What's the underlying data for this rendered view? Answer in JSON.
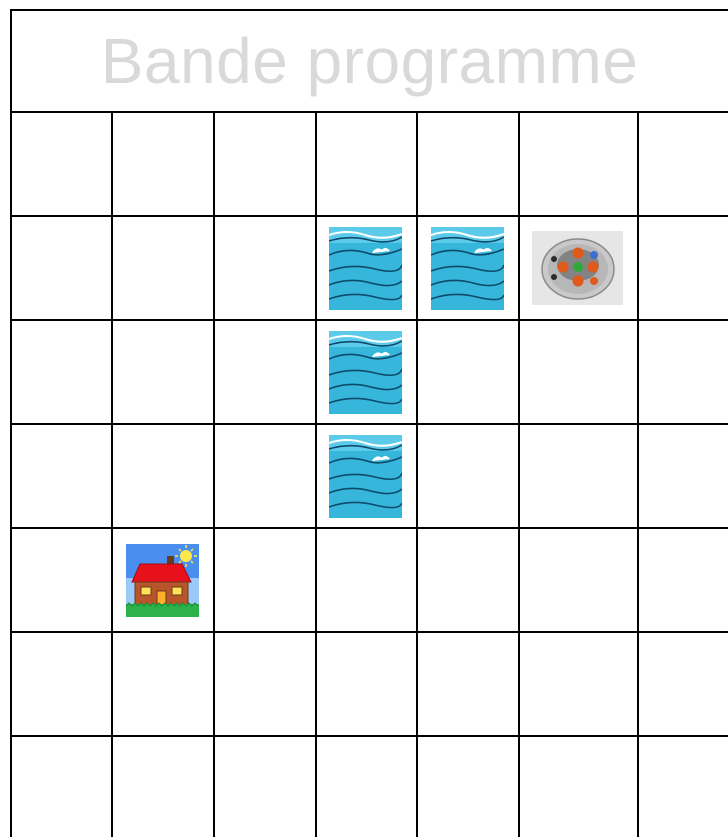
{
  "title": "Bande programme",
  "board": {
    "rows": 7,
    "cols": 7,
    "tiles": [
      {
        "type": "water",
        "row": 2,
        "col": 4
      },
      {
        "type": "water",
        "row": 2,
        "col": 5
      },
      {
        "type": "robot",
        "row": 2,
        "col": 6
      },
      {
        "type": "water",
        "row": 3,
        "col": 4
      },
      {
        "type": "water",
        "row": 4,
        "col": 4
      },
      {
        "type": "house",
        "row": 5,
        "col": 2
      }
    ]
  },
  "colors": {
    "grid_line": "#000000",
    "title_text": "#d9d9d9",
    "water": "#35b6da",
    "house_roof": "#e8111b",
    "house_wall": "#b8552a"
  },
  "icons": {
    "water": "sea-waves-icon",
    "robot": "bee-bot-robot-icon",
    "house": "house-icon"
  }
}
